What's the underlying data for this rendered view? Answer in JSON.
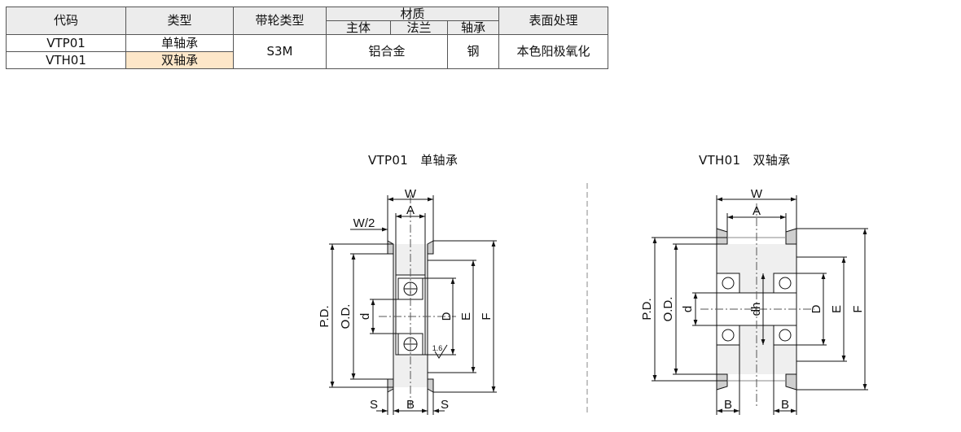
{
  "table": {
    "headers": {
      "code": "代码",
      "type": "类型",
      "pulley_type": "带轮类型",
      "material": "材质",
      "body": "主体",
      "flange": "法兰",
      "bearing": "轴承",
      "surface": "表面处理"
    },
    "rows": [
      {
        "code": "VTP01",
        "type": "单轴承"
      },
      {
        "code": "VTH01",
        "type": "双轴承"
      }
    ],
    "merged": {
      "pulley_type": "S3M",
      "body_flange": "铝合金",
      "bearing": "钢",
      "surface": "本色阳极氧化"
    },
    "highlight_color": "#fde7c9"
  },
  "left_drawing": {
    "title": "VTP01   单轴承",
    "labels": {
      "W": "W",
      "A": "A",
      "W2": "W/2",
      "PD": "P.D.",
      "OD": "O.D.",
      "d": "d",
      "D": "D",
      "E": "E",
      "F": "F",
      "S_left": "S",
      "B": "B",
      "S_right": "S",
      "roughness": "1.6"
    }
  },
  "right_drawing": {
    "title": "VTH01   双轴承",
    "labels": {
      "W": "W",
      "A": "A",
      "PD": "P.D.",
      "OD": "O.D.",
      "d": "d",
      "dh": "dh",
      "D": "D",
      "E": "E",
      "F": "F",
      "B_left": "B",
      "B_right": "B"
    }
  }
}
